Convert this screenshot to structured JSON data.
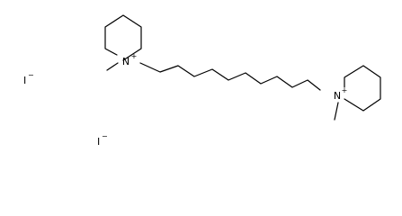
{
  "molecule": {
    "atoms": [
      {
        "element": "N",
        "charge": "+"
      },
      {
        "element": "N",
        "charge": "+"
      }
    ],
    "counterions": [
      {
        "element": "I",
        "charge": "−"
      },
      {
        "element": "I",
        "charge": "−"
      }
    ]
  }
}
